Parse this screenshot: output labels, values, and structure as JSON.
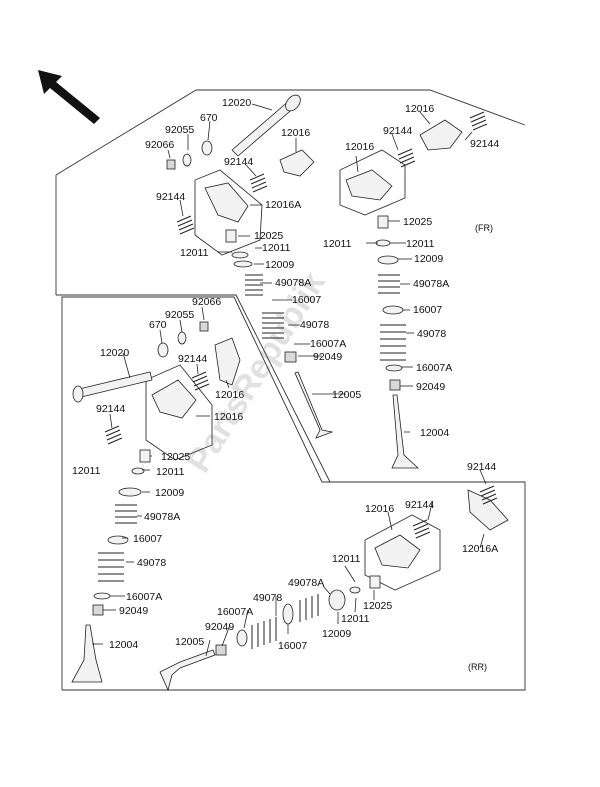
{
  "section_labels": {
    "fr": "(FR)",
    "rr": "(RR)"
  },
  "watermark": "PartsRepublik",
  "labels": {
    "l12020a": "12020",
    "l670a": "670",
    "l92055a": "92055",
    "l92066a": "92066",
    "l12016a": "12016",
    "l92144a": "92144",
    "l92144b": "92144",
    "l12016Aa": "12016A",
    "l12025a": "12025",
    "l12011a": "12011",
    "l12011b": "12011",
    "l12009a": "12009",
    "l49078Aa": "49078A",
    "l16007a": "16007",
    "l49078a": "49078",
    "l16007Aa": "16007A",
    "l92049a": "92049",
    "l12005a": "12005",
    "l12016b": "12016",
    "l92144c": "92144",
    "l92144d": "92144",
    "l12016c": "12016",
    "l12025b": "12025",
    "l12011c": "12011",
    "l12011d": "12011",
    "l12009b": "12009",
    "l49078Ab": "49078A",
    "l16007b": "16007",
    "l49078b": "49078",
    "l16007Ab": "16007A",
    "l92049b": "92049",
    "l12004a": "12004",
    "l92066b": "92066",
    "l92055b": "92055",
    "l670b": "670",
    "l12020b": "12020",
    "l92144e": "92144",
    "l12016d": "12016",
    "l92144f": "92144",
    "l12016e": "12016",
    "l12025c": "12025",
    "l12011e": "12011",
    "l12011f": "12011",
    "l12009c": "12009",
    "l49078Ac": "49078A",
    "l16007c": "16007",
    "l49078c": "49078",
    "l16007Ac": "16007A",
    "l92049c": "92049",
    "l12004b": "12004",
    "l92144g": "92144",
    "l12016f": "12016",
    "l92144h": "92144",
    "l12016Ab": "12016A",
    "l12011g": "12011",
    "l49078Ad": "49078A",
    "l49078d": "49078",
    "l16007Ad": "16007A",
    "l92049d": "92049",
    "l12005b": "12005",
    "l16007d": "16007",
    "l12009d": "12009",
    "l12011h": "12011",
    "l12025d": "12025"
  }
}
